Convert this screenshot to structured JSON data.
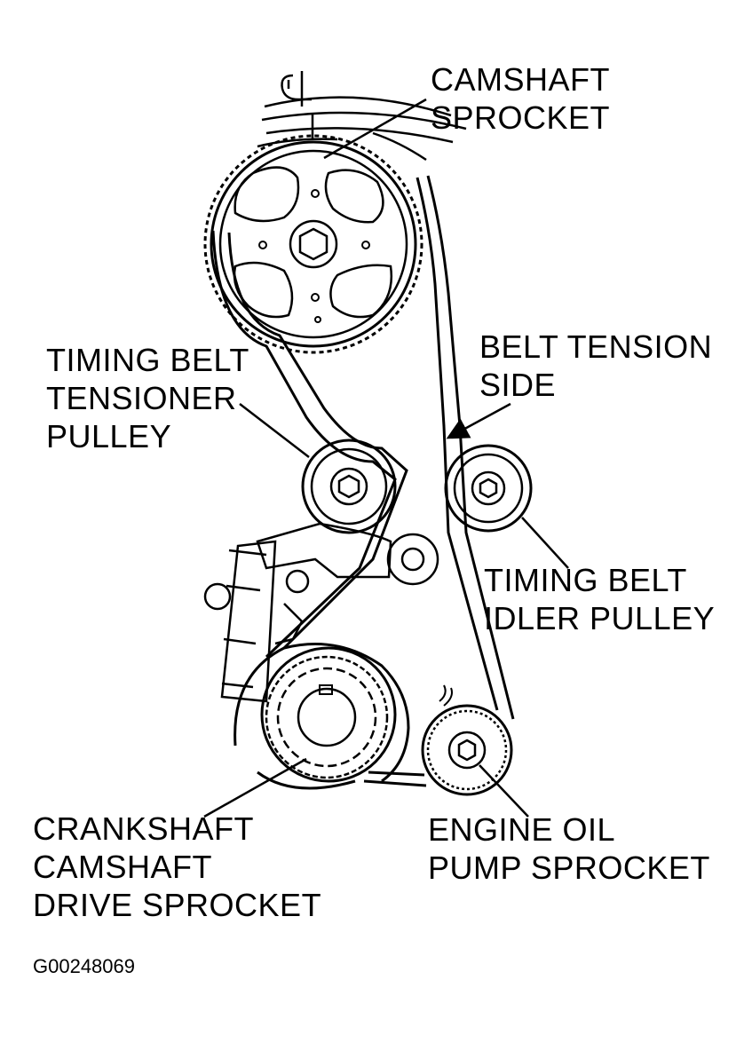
{
  "labels": {
    "camshaft_sprocket": [
      "CAMSHAFT",
      "SPROCKET"
    ],
    "tensioner_pulley": [
      "TIMING BELT",
      "TENSIONER",
      "PULLEY"
    ],
    "belt_tension_side": [
      "BELT TENSION",
      "SIDE"
    ],
    "idler_pulley": [
      "TIMING BELT",
      "IDLER PULLEY"
    ],
    "crank_sprocket": [
      "CRANKSHAFT",
      "CAMSHAFT",
      "DRIVE SPROCKET"
    ],
    "oil_pump_sprocket": [
      "ENGINE OIL",
      "PUMP SPROCKET"
    ]
  },
  "figure_id": "G00248069",
  "colors": {
    "ink": "#000000",
    "paper": "#ffffff"
  }
}
